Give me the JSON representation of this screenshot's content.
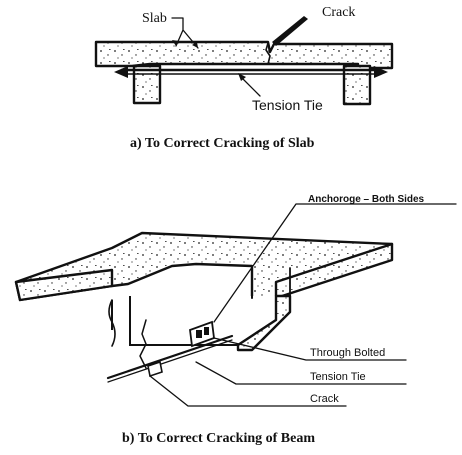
{
  "figure_a": {
    "label_slab": "Slab",
    "label_crack": "Crack",
    "label_tension_tie": "Tension Tie",
    "caption": "a) To  Correct Cracking of Slab"
  },
  "figure_b": {
    "label_anchorage": "Anchoroge  – Both Sides",
    "label_through_bolted": "Through Bolted",
    "label_tension_tie": "Tension Tie",
    "label_crack": "Crack",
    "caption": "b) To Correct Cracking  of Beam"
  }
}
